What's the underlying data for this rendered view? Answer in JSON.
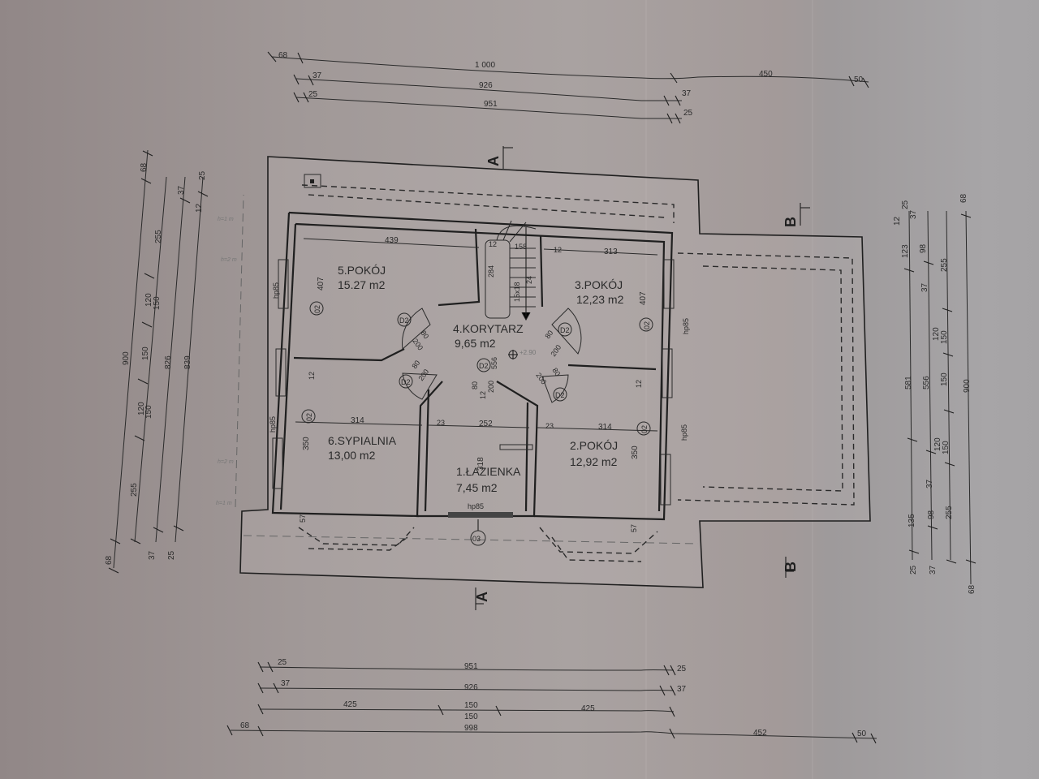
{
  "document": {
    "type": "architectural floor plan (attic / poddasze)",
    "rooms": [
      {
        "id": "1",
        "name": "1.ŁAZIENKA",
        "area": "7,45 m2",
        "width": "252",
        "depth": "318"
      },
      {
        "id": "2",
        "name": "2.POKÓJ",
        "area": "12,92 m2",
        "width": "314",
        "depth": "350"
      },
      {
        "id": "3",
        "name": "3.POKÓJ",
        "area": "12,23 m2",
        "width": "313",
        "depth": "407"
      },
      {
        "id": "4",
        "name": "4.KORYTARZ",
        "area": "9,65 m2"
      },
      {
        "id": "5",
        "name": "5.POKÓJ",
        "area": "15.27 m2",
        "width": "439",
        "depth": "407"
      },
      {
        "id": "6",
        "name": "6.SYPIALNIA",
        "area": "13,00 m2",
        "width": "314",
        "depth": "350"
      }
    ],
    "section_markers": {
      "a_top": "A",
      "a_bottom": "A",
      "b_top": "B",
      "b_bottom": "B"
    },
    "window_labels": {
      "hp": "hp85",
      "w02": "02",
      "w03": "03"
    },
    "door_labels": {
      "d2": "D2",
      "door_w": "80",
      "door_h": "200"
    },
    "stairs": {
      "run": "284",
      "width": "158",
      "steps": "15x18",
      "rise": "24",
      "wall": "12"
    },
    "level_mark": "+2.90",
    "corridor_dims": {
      "w80": "80",
      "w12": "12",
      "h200": "200",
      "h556": "556"
    },
    "wall_dims": {
      "d12": "12",
      "d23": "23",
      "d57": "57"
    },
    "height_marks": {
      "h1": "h=1 m",
      "h2": "h=2 m"
    },
    "top_dims": {
      "row1": [
        "68",
        "1 000",
        "450",
        "50"
      ],
      "row2": [
        "37",
        "926",
        "37"
      ],
      "row3": [
        "25",
        "951",
        "25"
      ]
    },
    "bottom_dims": {
      "row1": [
        "25",
        "951",
        "25"
      ],
      "row2": [
        "37",
        "926",
        "37"
      ],
      "row3": [
        "425",
        "150",
        "150",
        "425"
      ],
      "row4": [
        "68",
        "998",
        "452",
        "50"
      ]
    },
    "left_dims": {
      "row1": [
        "68",
        "900",
        "68"
      ],
      "row2": [
        "255",
        "120",
        "150",
        "150",
        "120",
        "150",
        "255"
      ],
      "row3": [
        "37",
        "826",
        "37"
      ],
      "row4": [
        "25",
        "839",
        "12",
        "25"
      ]
    },
    "right_dims": {
      "row1": [
        "25",
        "135",
        "581",
        "123",
        "12",
        "25"
      ],
      "row2": [
        "37",
        "98",
        "37",
        "556",
        "37",
        "98",
        "37"
      ],
      "row3": [
        "255",
        "120",
        "150",
        "150",
        "120",
        "150",
        "255"
      ],
      "row4": [
        "68",
        "900",
        "68"
      ]
    }
  }
}
